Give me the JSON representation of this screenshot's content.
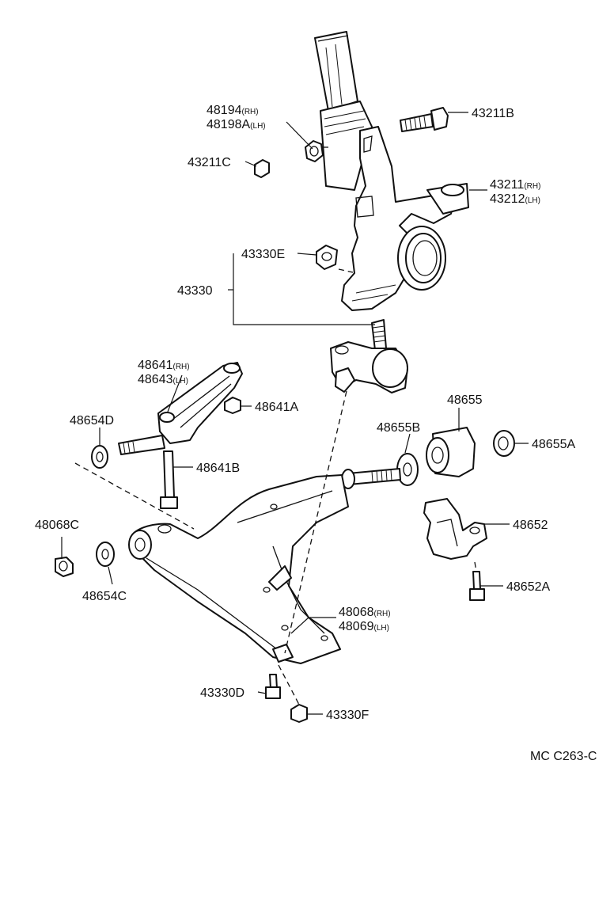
{
  "diagram": {
    "reference_code": "MC C263-C",
    "callouts": {
      "c48194": {
        "part": "48194",
        "side": "(RH)"
      },
      "c48198A": {
        "part": "48198A",
        "side": "(LH)"
      },
      "c43211B": {
        "part": "43211B"
      },
      "c43211C": {
        "part": "43211C"
      },
      "c43211": {
        "part": "43211",
        "side": "(RH)"
      },
      "c43212": {
        "part": "43212",
        "side": "(LH)"
      },
      "c43330E": {
        "part": "43330E"
      },
      "c43330": {
        "part": "43330"
      },
      "c48641": {
        "part": "48641",
        "side": "(RH)"
      },
      "c48643": {
        "part": "48643",
        "side": "(LH)"
      },
      "c48641A": {
        "part": "48641A"
      },
      "c48654D": {
        "part": "48654D"
      },
      "c48641B": {
        "part": "48641B"
      },
      "c48655": {
        "part": "48655"
      },
      "c48655B": {
        "part": "48655B"
      },
      "c48655A": {
        "part": "48655A"
      },
      "c48068C": {
        "part": "48068C"
      },
      "c48654C": {
        "part": "48654C"
      },
      "c48652": {
        "part": "48652"
      },
      "c48652A": {
        "part": "48652A"
      },
      "c48068": {
        "part": "48068",
        "side": "(RH)"
      },
      "c48069": {
        "part": "48069",
        "side": "(LH)"
      },
      "c43330D": {
        "part": "43330D"
      },
      "c43330F": {
        "part": "43330F"
      }
    }
  }
}
